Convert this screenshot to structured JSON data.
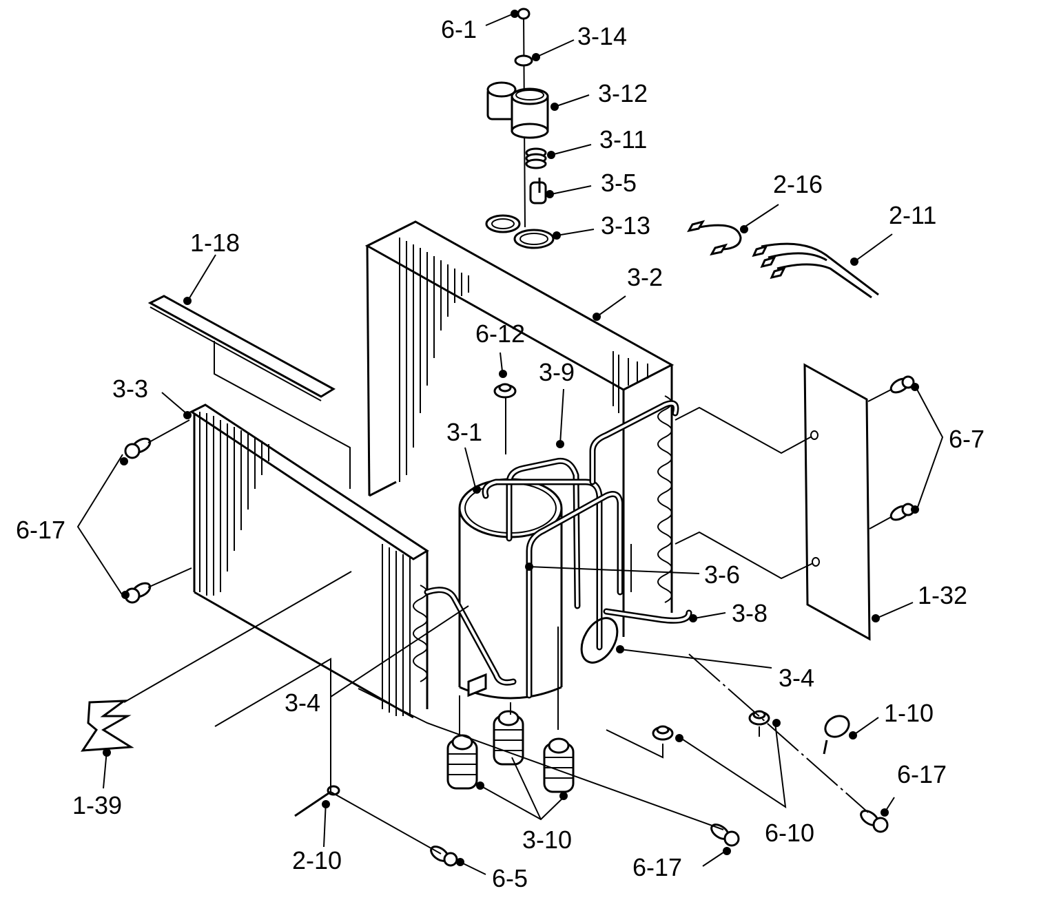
{
  "diagram": {
    "type": "exploded-parts-diagram",
    "subject": "Air conditioner refrigeration assembly (compressor, condenser/evaporator coils, tubing)",
    "callouts": [
      {
        "id": "6-1",
        "part": "nut"
      },
      {
        "id": "3-14",
        "part": "washer"
      },
      {
        "id": "3-12",
        "part": "terminal cover"
      },
      {
        "id": "3-11",
        "part": "spring"
      },
      {
        "id": "3-5",
        "part": "overload protector"
      },
      {
        "id": "3-13",
        "part": "gasket"
      },
      {
        "id": "2-16",
        "part": "clip"
      },
      {
        "id": "2-11",
        "part": "wire harness"
      },
      {
        "id": "1-18",
        "part": "strip"
      },
      {
        "id": "3-2",
        "part": "evaporator coil"
      },
      {
        "id": "6-12",
        "part": "grommet screw"
      },
      {
        "id": "3-9",
        "part": "tube"
      },
      {
        "id": "3-3",
        "part": "condenser coil"
      },
      {
        "id": "3-1",
        "part": "compressor"
      },
      {
        "id": "6-7",
        "part": "screws"
      },
      {
        "id": "6-17",
        "part": "screws (left)"
      },
      {
        "id": "3-6",
        "part": "tube"
      },
      {
        "id": "1-32",
        "part": "panel"
      },
      {
        "id": "3-8",
        "part": "tube"
      },
      {
        "id": "3-4",
        "part": "tube (right)"
      },
      {
        "id": "3-4",
        "part": "tube (left)"
      },
      {
        "id": "1-10",
        "part": "clamp"
      },
      {
        "id": "6-17",
        "part": "screw (right)"
      },
      {
        "id": "1-39",
        "part": "bracket"
      },
      {
        "id": "3-10",
        "part": "mounting grommets"
      },
      {
        "id": "6-10",
        "part": "nuts"
      },
      {
        "id": "2-10",
        "part": "ground wire"
      },
      {
        "id": "6-17",
        "part": "screw (bottom)"
      },
      {
        "id": "6-5",
        "part": "screw"
      }
    ]
  },
  "labels": {
    "l_6_1": "6-1",
    "l_3_14": "3-14",
    "l_3_12": "3-12",
    "l_3_11": "3-11",
    "l_3_5": "3-5",
    "l_3_13": "3-13",
    "l_2_16": "2-16",
    "l_2_11": "2-11",
    "l_1_18": "1-18",
    "l_3_2": "3-2",
    "l_6_12": "6-12",
    "l_3_9": "3-9",
    "l_3_3": "3-3",
    "l_3_1": "3-1",
    "l_6_7": "6-7",
    "l_6_17_left": "6-17",
    "l_3_6": "3-6",
    "l_1_32": "1-32",
    "l_3_8": "3-8",
    "l_3_4_right": "3-4",
    "l_3_4_left": "3-4",
    "l_1_10": "1-10",
    "l_6_17_right": "6-17",
    "l_1_39": "1-39",
    "l_3_10": "3-10",
    "l_6_10": "6-10",
    "l_2_10": "2-10",
    "l_6_17_bottom": "6-17",
    "l_6_5": "6-5"
  }
}
